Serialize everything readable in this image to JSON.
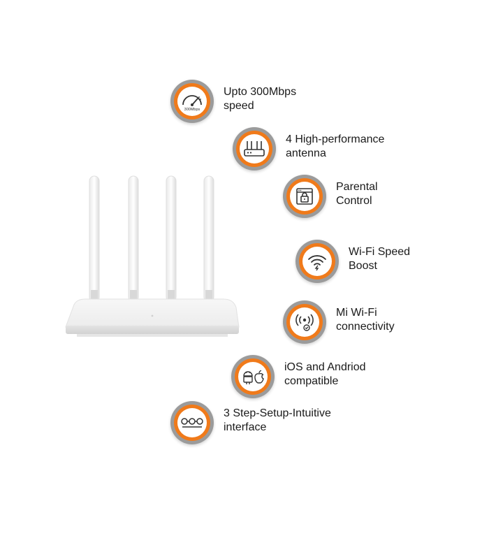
{
  "features": [
    {
      "line1": "Upto 300Mbps",
      "line2": "speed",
      "icon": "speedometer-icon",
      "icon_text": "300Mbps"
    },
    {
      "line1": "4 High-performance",
      "line2": "antenna",
      "icon": "router-antenna-icon"
    },
    {
      "line1": "Parental",
      "line2": "Control",
      "icon": "parental-lock-icon"
    },
    {
      "line1": "Wi-Fi Speed",
      "line2": "Boost",
      "icon": "wifi-boost-icon"
    },
    {
      "line1": "Mi Wi-Fi",
      "line2": "connectivity",
      "icon": "mi-wifi-icon"
    },
    {
      "line1": "iOS and Andriod",
      "line2": "compatible",
      "icon": "android-apple-icon"
    },
    {
      "line1": "3 Step-Setup-Intuitive",
      "line2": "interface",
      "icon": "three-step-icon"
    }
  ],
  "colors": {
    "ring_outer": "#9b9b9b",
    "ring_accent": "#f07a1a",
    "icon_stroke": "#333333"
  }
}
